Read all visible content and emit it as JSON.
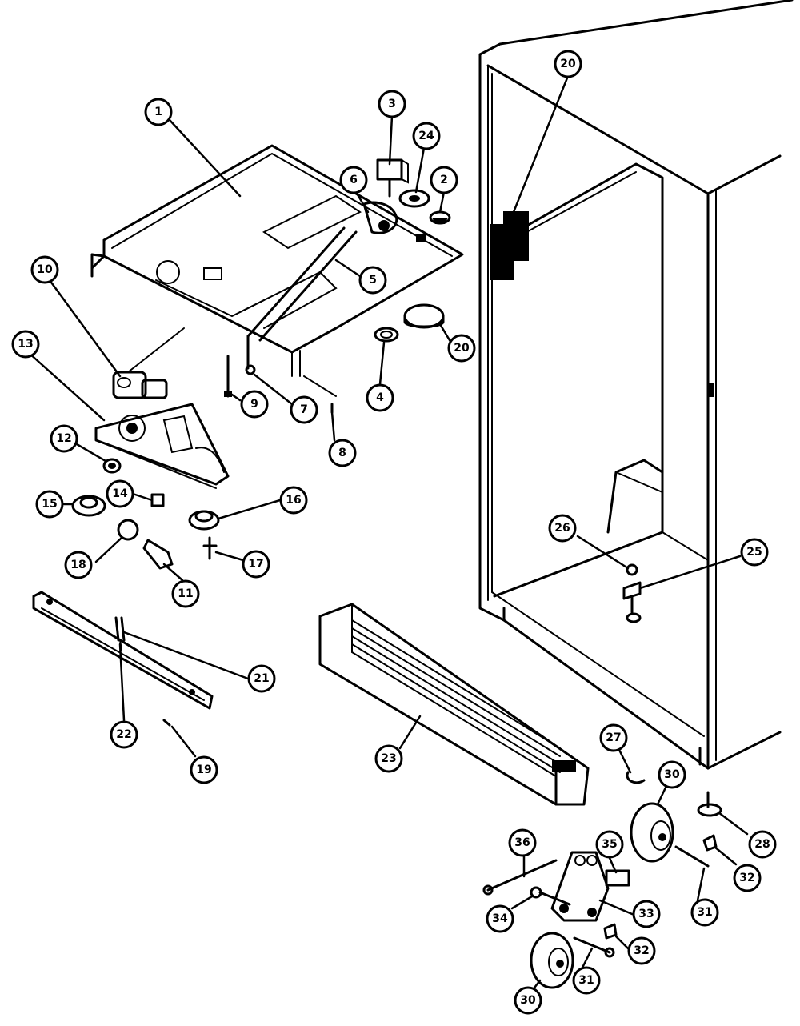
{
  "callouts": [
    {
      "id": "1",
      "label": "1"
    },
    {
      "id": "2",
      "label": "2"
    },
    {
      "id": "3",
      "label": "3"
    },
    {
      "id": "4",
      "label": "4"
    },
    {
      "id": "5",
      "label": "5"
    },
    {
      "id": "6",
      "label": "6"
    },
    {
      "id": "7",
      "label": "7"
    },
    {
      "id": "8",
      "label": "8"
    },
    {
      "id": "9",
      "label": "9"
    },
    {
      "id": "10",
      "label": "10"
    },
    {
      "id": "11",
      "label": "11"
    },
    {
      "id": "12",
      "label": "12"
    },
    {
      "id": "13",
      "label": "13"
    },
    {
      "id": "14",
      "label": "14"
    },
    {
      "id": "15",
      "label": "15"
    },
    {
      "id": "16",
      "label": "16"
    },
    {
      "id": "17",
      "label": "17"
    },
    {
      "id": "18",
      "label": "18"
    },
    {
      "id": "19",
      "label": "19"
    },
    {
      "id": "20a",
      "label": "20"
    },
    {
      "id": "20b",
      "label": "20"
    },
    {
      "id": "21",
      "label": "21"
    },
    {
      "id": "22",
      "label": "22"
    },
    {
      "id": "23",
      "label": "23"
    },
    {
      "id": "24",
      "label": "24"
    },
    {
      "id": "25",
      "label": "25"
    },
    {
      "id": "26",
      "label": "26"
    },
    {
      "id": "27",
      "label": "27"
    },
    {
      "id": "28",
      "label": "28"
    },
    {
      "id": "30a",
      "label": "30"
    },
    {
      "id": "30b",
      "label": "30"
    },
    {
      "id": "31a",
      "label": "31"
    },
    {
      "id": "31b",
      "label": "31"
    },
    {
      "id": "32a",
      "label": "32"
    },
    {
      "id": "32b",
      "label": "32"
    },
    {
      "id": "33",
      "label": "33"
    },
    {
      "id": "34",
      "label": "34"
    },
    {
      "id": "35",
      "label": "35"
    },
    {
      "id": "36",
      "label": "36"
    }
  ]
}
